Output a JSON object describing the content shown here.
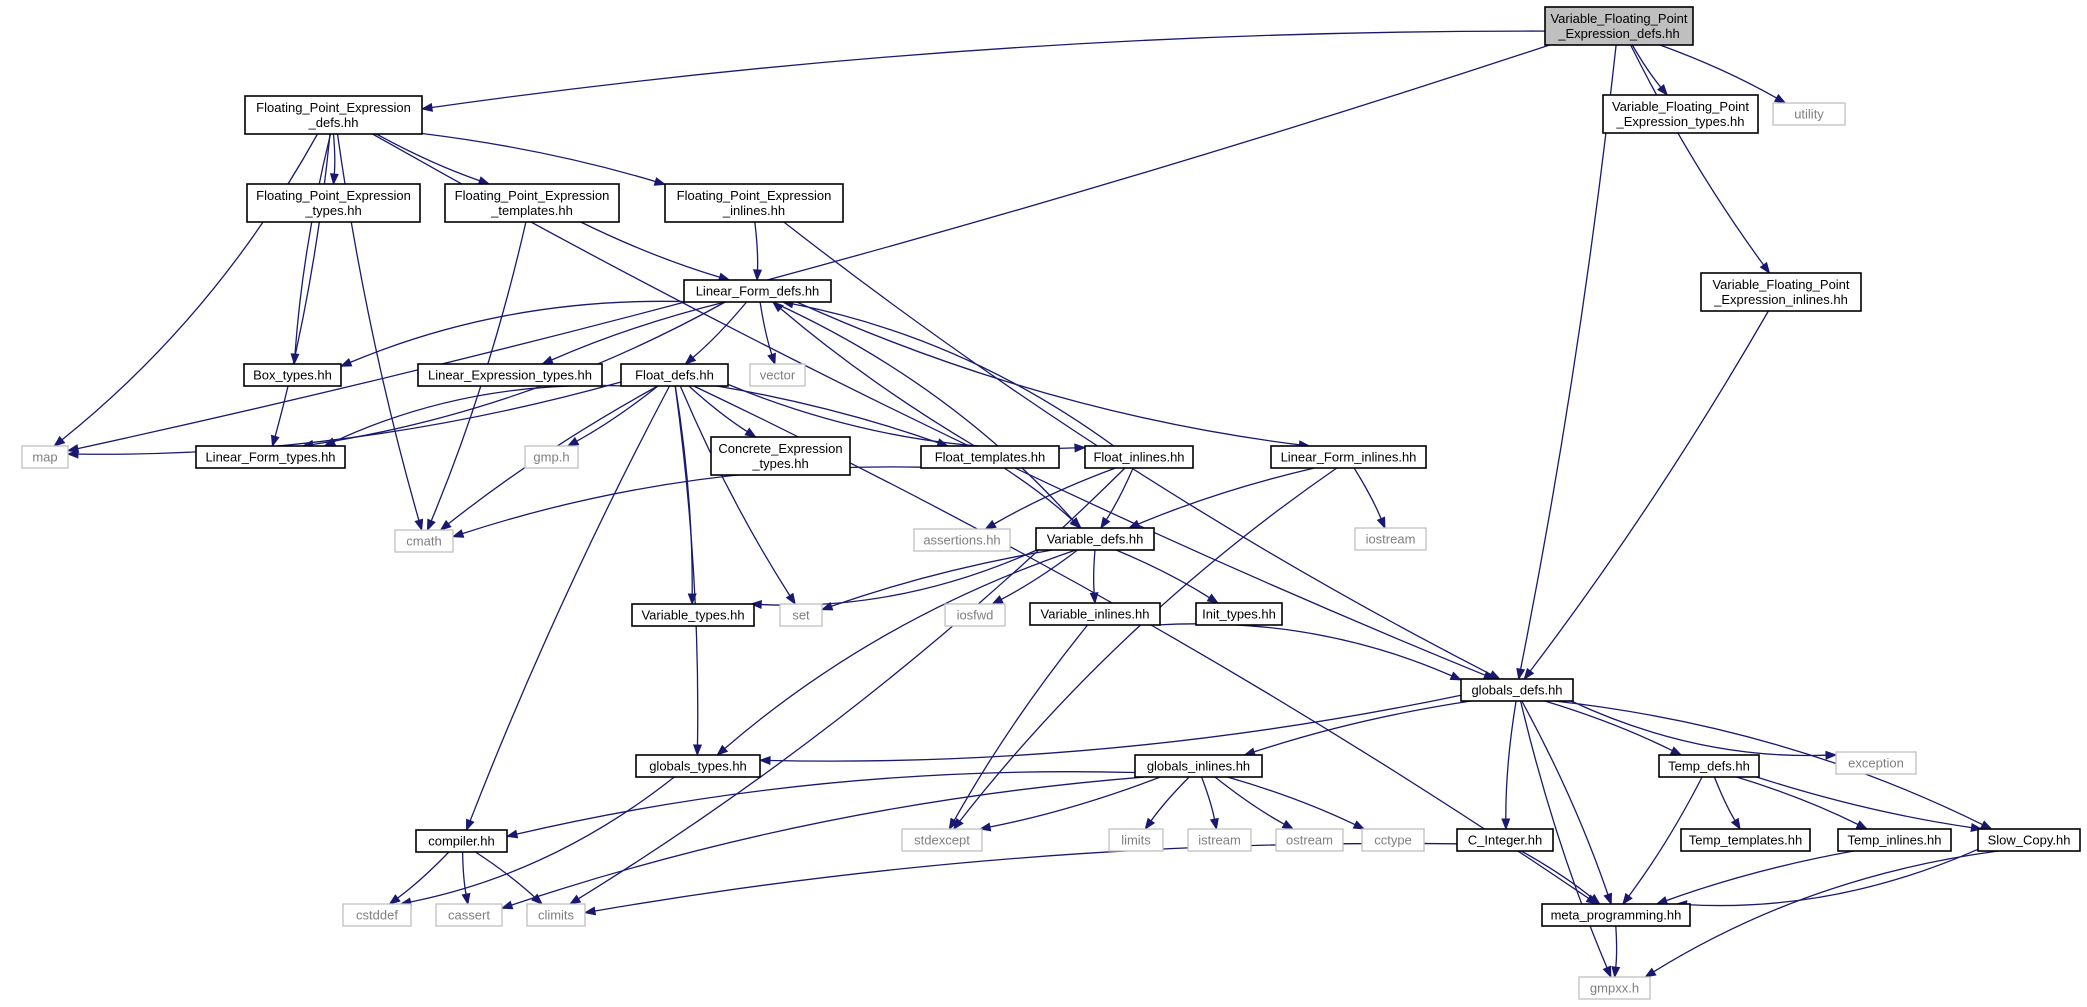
{
  "graph": {
    "nodes": [
      {
        "id": "vfpe_defs",
        "lines": [
          "Variable_Floating_Point",
          "_Expression_defs.hh"
        ],
        "kind": "root"
      },
      {
        "id": "fpe_defs",
        "lines": [
          "Floating_Point_Expression",
          "_defs.hh"
        ],
        "kind": "local"
      },
      {
        "id": "vfpe_types",
        "lines": [
          "Variable_Floating_Point",
          "_Expression_types.hh"
        ],
        "kind": "local"
      },
      {
        "id": "utility",
        "lines": [
          "utility"
        ],
        "kind": "external"
      },
      {
        "id": "fpe_types",
        "lines": [
          "Floating_Point_Expression",
          "_types.hh"
        ],
        "kind": "local"
      },
      {
        "id": "fpe_templates",
        "lines": [
          "Floating_Point_Expression",
          "_templates.hh"
        ],
        "kind": "local"
      },
      {
        "id": "fpe_inlines",
        "lines": [
          "Floating_Point_Expression",
          "_inlines.hh"
        ],
        "kind": "local"
      },
      {
        "id": "vfpe_inlines",
        "lines": [
          "Variable_Floating_Point",
          "_Expression_inlines.hh"
        ],
        "kind": "local"
      },
      {
        "id": "lf_defs",
        "lines": [
          "Linear_Form_defs.hh"
        ],
        "kind": "local"
      },
      {
        "id": "box_types",
        "lines": [
          "Box_types.hh"
        ],
        "kind": "local"
      },
      {
        "id": "le_types",
        "lines": [
          "Linear_Expression_types.hh"
        ],
        "kind": "local"
      },
      {
        "id": "float_defs",
        "lines": [
          "Float_defs.hh"
        ],
        "kind": "local"
      },
      {
        "id": "vector",
        "lines": [
          "vector"
        ],
        "kind": "external"
      },
      {
        "id": "map",
        "lines": [
          "map"
        ],
        "kind": "external"
      },
      {
        "id": "lf_types",
        "lines": [
          "Linear_Form_types.hh"
        ],
        "kind": "local"
      },
      {
        "id": "gmp_h",
        "lines": [
          "gmp.h"
        ],
        "kind": "external"
      },
      {
        "id": "ce_types",
        "lines": [
          "Concrete_Expression",
          "_types.hh"
        ],
        "kind": "local"
      },
      {
        "id": "float_templates",
        "lines": [
          "Float_templates.hh"
        ],
        "kind": "local"
      },
      {
        "id": "float_inlines",
        "lines": [
          "Float_inlines.hh"
        ],
        "kind": "local"
      },
      {
        "id": "lf_inlines",
        "lines": [
          "Linear_Form_inlines.hh"
        ],
        "kind": "local"
      },
      {
        "id": "cmath",
        "lines": [
          "cmath"
        ],
        "kind": "external"
      },
      {
        "id": "assertions",
        "lines": [
          "assertions.hh"
        ],
        "kind": "external"
      },
      {
        "id": "variable_defs",
        "lines": [
          "Variable_defs.hh"
        ],
        "kind": "local"
      },
      {
        "id": "iostream",
        "lines": [
          "iostream"
        ],
        "kind": "external"
      },
      {
        "id": "variable_types",
        "lines": [
          "Variable_types.hh"
        ],
        "kind": "local"
      },
      {
        "id": "set",
        "lines": [
          "set"
        ],
        "kind": "external"
      },
      {
        "id": "iosfwd",
        "lines": [
          "iosfwd"
        ],
        "kind": "external"
      },
      {
        "id": "variable_inlines",
        "lines": [
          "Variable_inlines.hh"
        ],
        "kind": "local"
      },
      {
        "id": "init_types",
        "lines": [
          "Init_types.hh"
        ],
        "kind": "local"
      },
      {
        "id": "globals_defs",
        "lines": [
          "globals_defs.hh"
        ],
        "kind": "local"
      },
      {
        "id": "globals_types",
        "lines": [
          "globals_types.hh"
        ],
        "kind": "local"
      },
      {
        "id": "globals_inlines",
        "lines": [
          "globals_inlines.hh"
        ],
        "kind": "local"
      },
      {
        "id": "temp_defs",
        "lines": [
          "Temp_defs.hh"
        ],
        "kind": "local"
      },
      {
        "id": "exception",
        "lines": [
          "exception"
        ],
        "kind": "external"
      },
      {
        "id": "compiler",
        "lines": [
          "compiler.hh"
        ],
        "kind": "local"
      },
      {
        "id": "stdexcept",
        "lines": [
          "stdexcept"
        ],
        "kind": "external"
      },
      {
        "id": "limits",
        "lines": [
          "limits"
        ],
        "kind": "external"
      },
      {
        "id": "istream",
        "lines": [
          "istream"
        ],
        "kind": "external"
      },
      {
        "id": "ostream",
        "lines": [
          "ostream"
        ],
        "kind": "external"
      },
      {
        "id": "cctype",
        "lines": [
          "cctype"
        ],
        "kind": "external"
      },
      {
        "id": "c_integer",
        "lines": [
          "C_Integer.hh"
        ],
        "kind": "local"
      },
      {
        "id": "temp_templates",
        "lines": [
          "Temp_templates.hh"
        ],
        "kind": "local"
      },
      {
        "id": "temp_inlines",
        "lines": [
          "Temp_inlines.hh"
        ],
        "kind": "local"
      },
      {
        "id": "slow_copy",
        "lines": [
          "Slow_Copy.hh"
        ],
        "kind": "local"
      },
      {
        "id": "cstddef",
        "lines": [
          "cstddef"
        ],
        "kind": "external"
      },
      {
        "id": "cassert",
        "lines": [
          "cassert"
        ],
        "kind": "external"
      },
      {
        "id": "climits",
        "lines": [
          "climits"
        ],
        "kind": "external"
      },
      {
        "id": "meta_programming",
        "lines": [
          "meta_programming.hh"
        ],
        "kind": "local"
      },
      {
        "id": "gmpxx",
        "lines": [
          "gmpxx.h"
        ],
        "kind": "external"
      }
    ],
    "edges": [
      [
        "vfpe_defs",
        "map"
      ],
      [
        "vfpe_defs",
        "fpe_defs"
      ],
      [
        "vfpe_defs",
        "globals_defs"
      ],
      [
        "vfpe_defs",
        "vfpe_types"
      ],
      [
        "vfpe_defs",
        "utility"
      ],
      [
        "vfpe_defs",
        "vfpe_inlines"
      ],
      [
        "fpe_defs",
        "map"
      ],
      [
        "fpe_defs",
        "cmath"
      ],
      [
        "fpe_defs",
        "lf_types"
      ],
      [
        "fpe_defs",
        "box_types"
      ],
      [
        "fpe_defs",
        "fpe_types"
      ],
      [
        "fpe_defs",
        "fpe_templates"
      ],
      [
        "fpe_defs",
        "fpe_inlines"
      ],
      [
        "fpe_defs",
        "globals_defs"
      ],
      [
        "fpe_templates",
        "cmath"
      ],
      [
        "fpe_templates",
        "lf_defs"
      ],
      [
        "fpe_inlines",
        "lf_defs"
      ],
      [
        "fpe_inlines",
        "globals_defs"
      ],
      [
        "vfpe_inlines",
        "globals_defs"
      ],
      [
        "lf_defs",
        "box_types"
      ],
      [
        "lf_defs",
        "lf_types"
      ],
      [
        "lf_defs",
        "le_types"
      ],
      [
        "lf_defs",
        "float_defs"
      ],
      [
        "lf_defs",
        "vector"
      ],
      [
        "lf_defs",
        "variable_defs"
      ],
      [
        "lf_defs",
        "lf_inlines"
      ],
      [
        "float_defs",
        "map"
      ],
      [
        "float_defs",
        "lf_types"
      ],
      [
        "float_defs",
        "gmp_h"
      ],
      [
        "float_defs",
        "cmath"
      ],
      [
        "float_defs",
        "variable_types"
      ],
      [
        "float_defs",
        "set"
      ],
      [
        "float_defs",
        "globals_types"
      ],
      [
        "float_defs",
        "compiler"
      ],
      [
        "float_defs",
        "meta_programming"
      ],
      [
        "float_defs",
        "ce_types"
      ],
      [
        "float_defs",
        "float_templates"
      ],
      [
        "float_defs",
        "float_inlines"
      ],
      [
        "float_templates",
        "lf_defs"
      ],
      [
        "float_templates",
        "cmath"
      ],
      [
        "float_templates",
        "variable_defs"
      ],
      [
        "float_inlines",
        "lf_defs"
      ],
      [
        "float_inlines",
        "climits"
      ],
      [
        "float_inlines",
        "assertions"
      ],
      [
        "float_inlines",
        "variable_defs"
      ],
      [
        "lf_inlines",
        "variable_defs"
      ],
      [
        "lf_inlines",
        "iostream"
      ],
      [
        "lf_inlines",
        "stdexcept"
      ],
      [
        "variable_defs",
        "variable_types"
      ],
      [
        "variable_defs",
        "set"
      ],
      [
        "variable_defs",
        "iosfwd"
      ],
      [
        "variable_defs",
        "variable_inlines"
      ],
      [
        "variable_defs",
        "init_types"
      ],
      [
        "variable_defs",
        "globals_types"
      ],
      [
        "variable_inlines",
        "globals_defs"
      ],
      [
        "variable_inlines",
        "stdexcept"
      ],
      [
        "globals_defs",
        "globals_types"
      ],
      [
        "globals_defs",
        "globals_inlines"
      ],
      [
        "globals_defs",
        "temp_defs"
      ],
      [
        "globals_defs",
        "exception"
      ],
      [
        "globals_defs",
        "slow_copy"
      ],
      [
        "globals_defs",
        "c_integer"
      ],
      [
        "globals_defs",
        "meta_programming"
      ],
      [
        "globals_defs",
        "gmpxx"
      ],
      [
        "globals_types",
        "cstddef"
      ],
      [
        "globals_inlines",
        "compiler"
      ],
      [
        "globals_inlines",
        "stdexcept"
      ],
      [
        "globals_inlines",
        "limits"
      ],
      [
        "globals_inlines",
        "istream"
      ],
      [
        "globals_inlines",
        "ostream"
      ],
      [
        "globals_inlines",
        "cctype"
      ],
      [
        "globals_inlines",
        "cassert"
      ],
      [
        "compiler",
        "cstddef"
      ],
      [
        "compiler",
        "cassert"
      ],
      [
        "compiler",
        "climits"
      ],
      [
        "temp_defs",
        "temp_templates"
      ],
      [
        "temp_defs",
        "temp_inlines"
      ],
      [
        "temp_defs",
        "slow_copy"
      ],
      [
        "temp_defs",
        "meta_programming"
      ],
      [
        "temp_inlines",
        "meta_programming"
      ],
      [
        "slow_copy",
        "meta_programming"
      ],
      [
        "slow_copy",
        "gmpxx"
      ],
      [
        "c_integer",
        "meta_programming"
      ],
      [
        "c_integer",
        "climits"
      ],
      [
        "meta_programming",
        "gmpxx"
      ]
    ]
  }
}
